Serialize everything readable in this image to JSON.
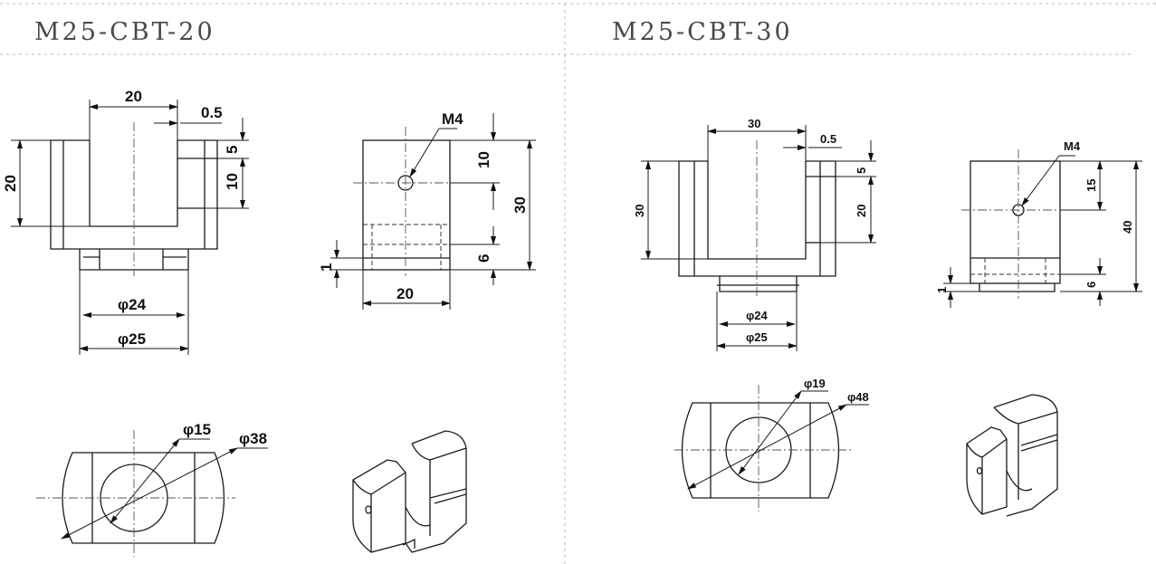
{
  "models": [
    {
      "name": "M25-CBT-20",
      "front_dims": {
        "top_width": "20",
        "gap": "0.5",
        "slot_depth": "5",
        "step": "10",
        "height": "20",
        "bore_inner": "φ24",
        "bore_outer": "φ25"
      },
      "side_dims": {
        "thread": "M4",
        "hole_pos": "10",
        "total_height": "30",
        "base_height": "6",
        "lip": "1",
        "width": "20"
      },
      "top_dims": {
        "inner_dia": "φ15",
        "outer_dia": "φ38"
      }
    },
    {
      "name": "M25-CBT-30",
      "front_dims": {
        "top_width": "30",
        "gap": "0.5",
        "slot_depth": "5",
        "step": "20",
        "height": "30",
        "bore_inner": "φ24",
        "bore_outer": "φ25"
      },
      "side_dims": {
        "thread": "M4",
        "hole_pos": "15",
        "total_height": "40",
        "base_height": "6",
        "lip": "1"
      },
      "top_dims": {
        "inner_dia": "φ19",
        "outer_dia": "φ48"
      }
    }
  ]
}
